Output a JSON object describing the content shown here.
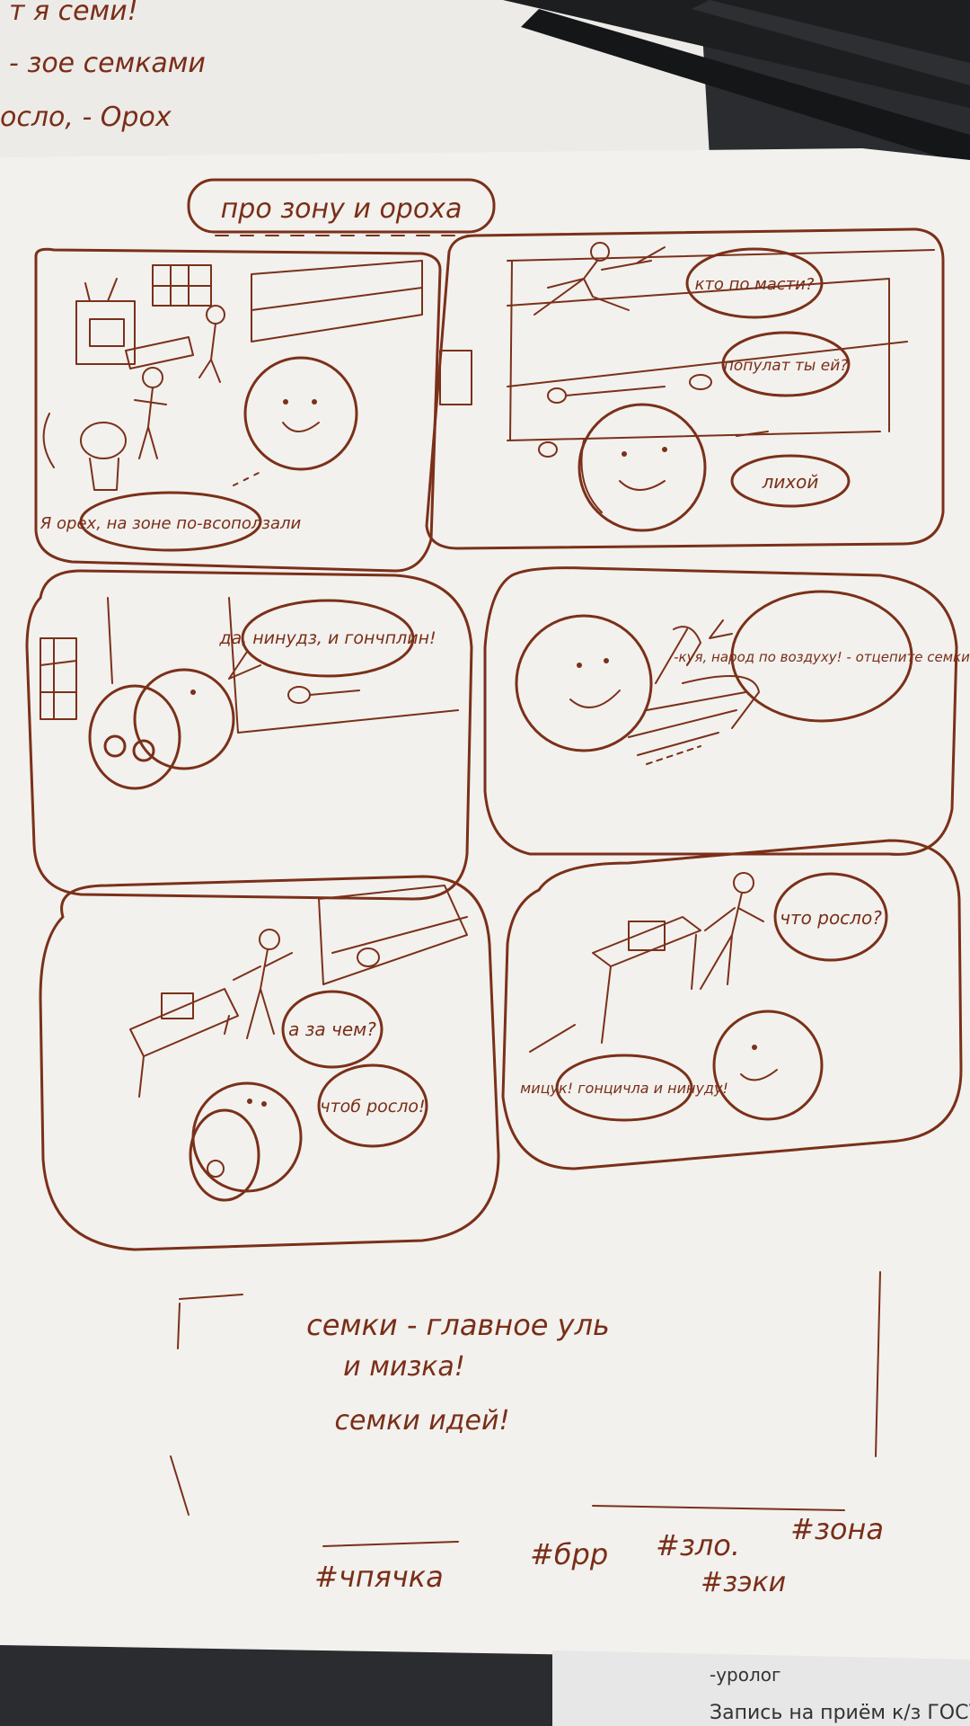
{
  "background_sheet": {
    "lines": [
      "т я семи!",
      "- зое семками",
      "осло, - Орох"
    ]
  },
  "comic": {
    "title": "про зону и ороха",
    "panels": [
      {
        "bubbles": [
          "Я орех, на зоне по-всоползали"
        ]
      },
      {
        "bubbles": [
          "кто по масти?",
          "популат ты ей?",
          "лихой"
        ]
      },
      {
        "bubbles": [
          "да, нинудз, и гончплин!"
        ]
      },
      {
        "bubbles": [
          "-куя, народ по воздуху! - отцепите семки"
        ]
      },
      {
        "bubbles": [
          "а за чем?",
          "чтоб росло!"
        ]
      },
      {
        "bubbles": [
          "что росло?",
          "мицук! гонцичла и нинуду!"
        ]
      }
    ],
    "footer": [
      "семки - главное уль",
      "и мизка!",
      "семки идей!"
    ],
    "hashtags": [
      "#чпячка",
      "#брр",
      "#зло.",
      "#зона",
      "#зэки"
    ]
  },
  "phone_snippet": {
    "lines": [
      "-уролог",
      "Запись на приём к/з ГОСУ..."
    ]
  },
  "colors": {
    "ink": "#7b3019",
    "paper": "#f2f1ee",
    "desk": "#2a2c2f"
  }
}
